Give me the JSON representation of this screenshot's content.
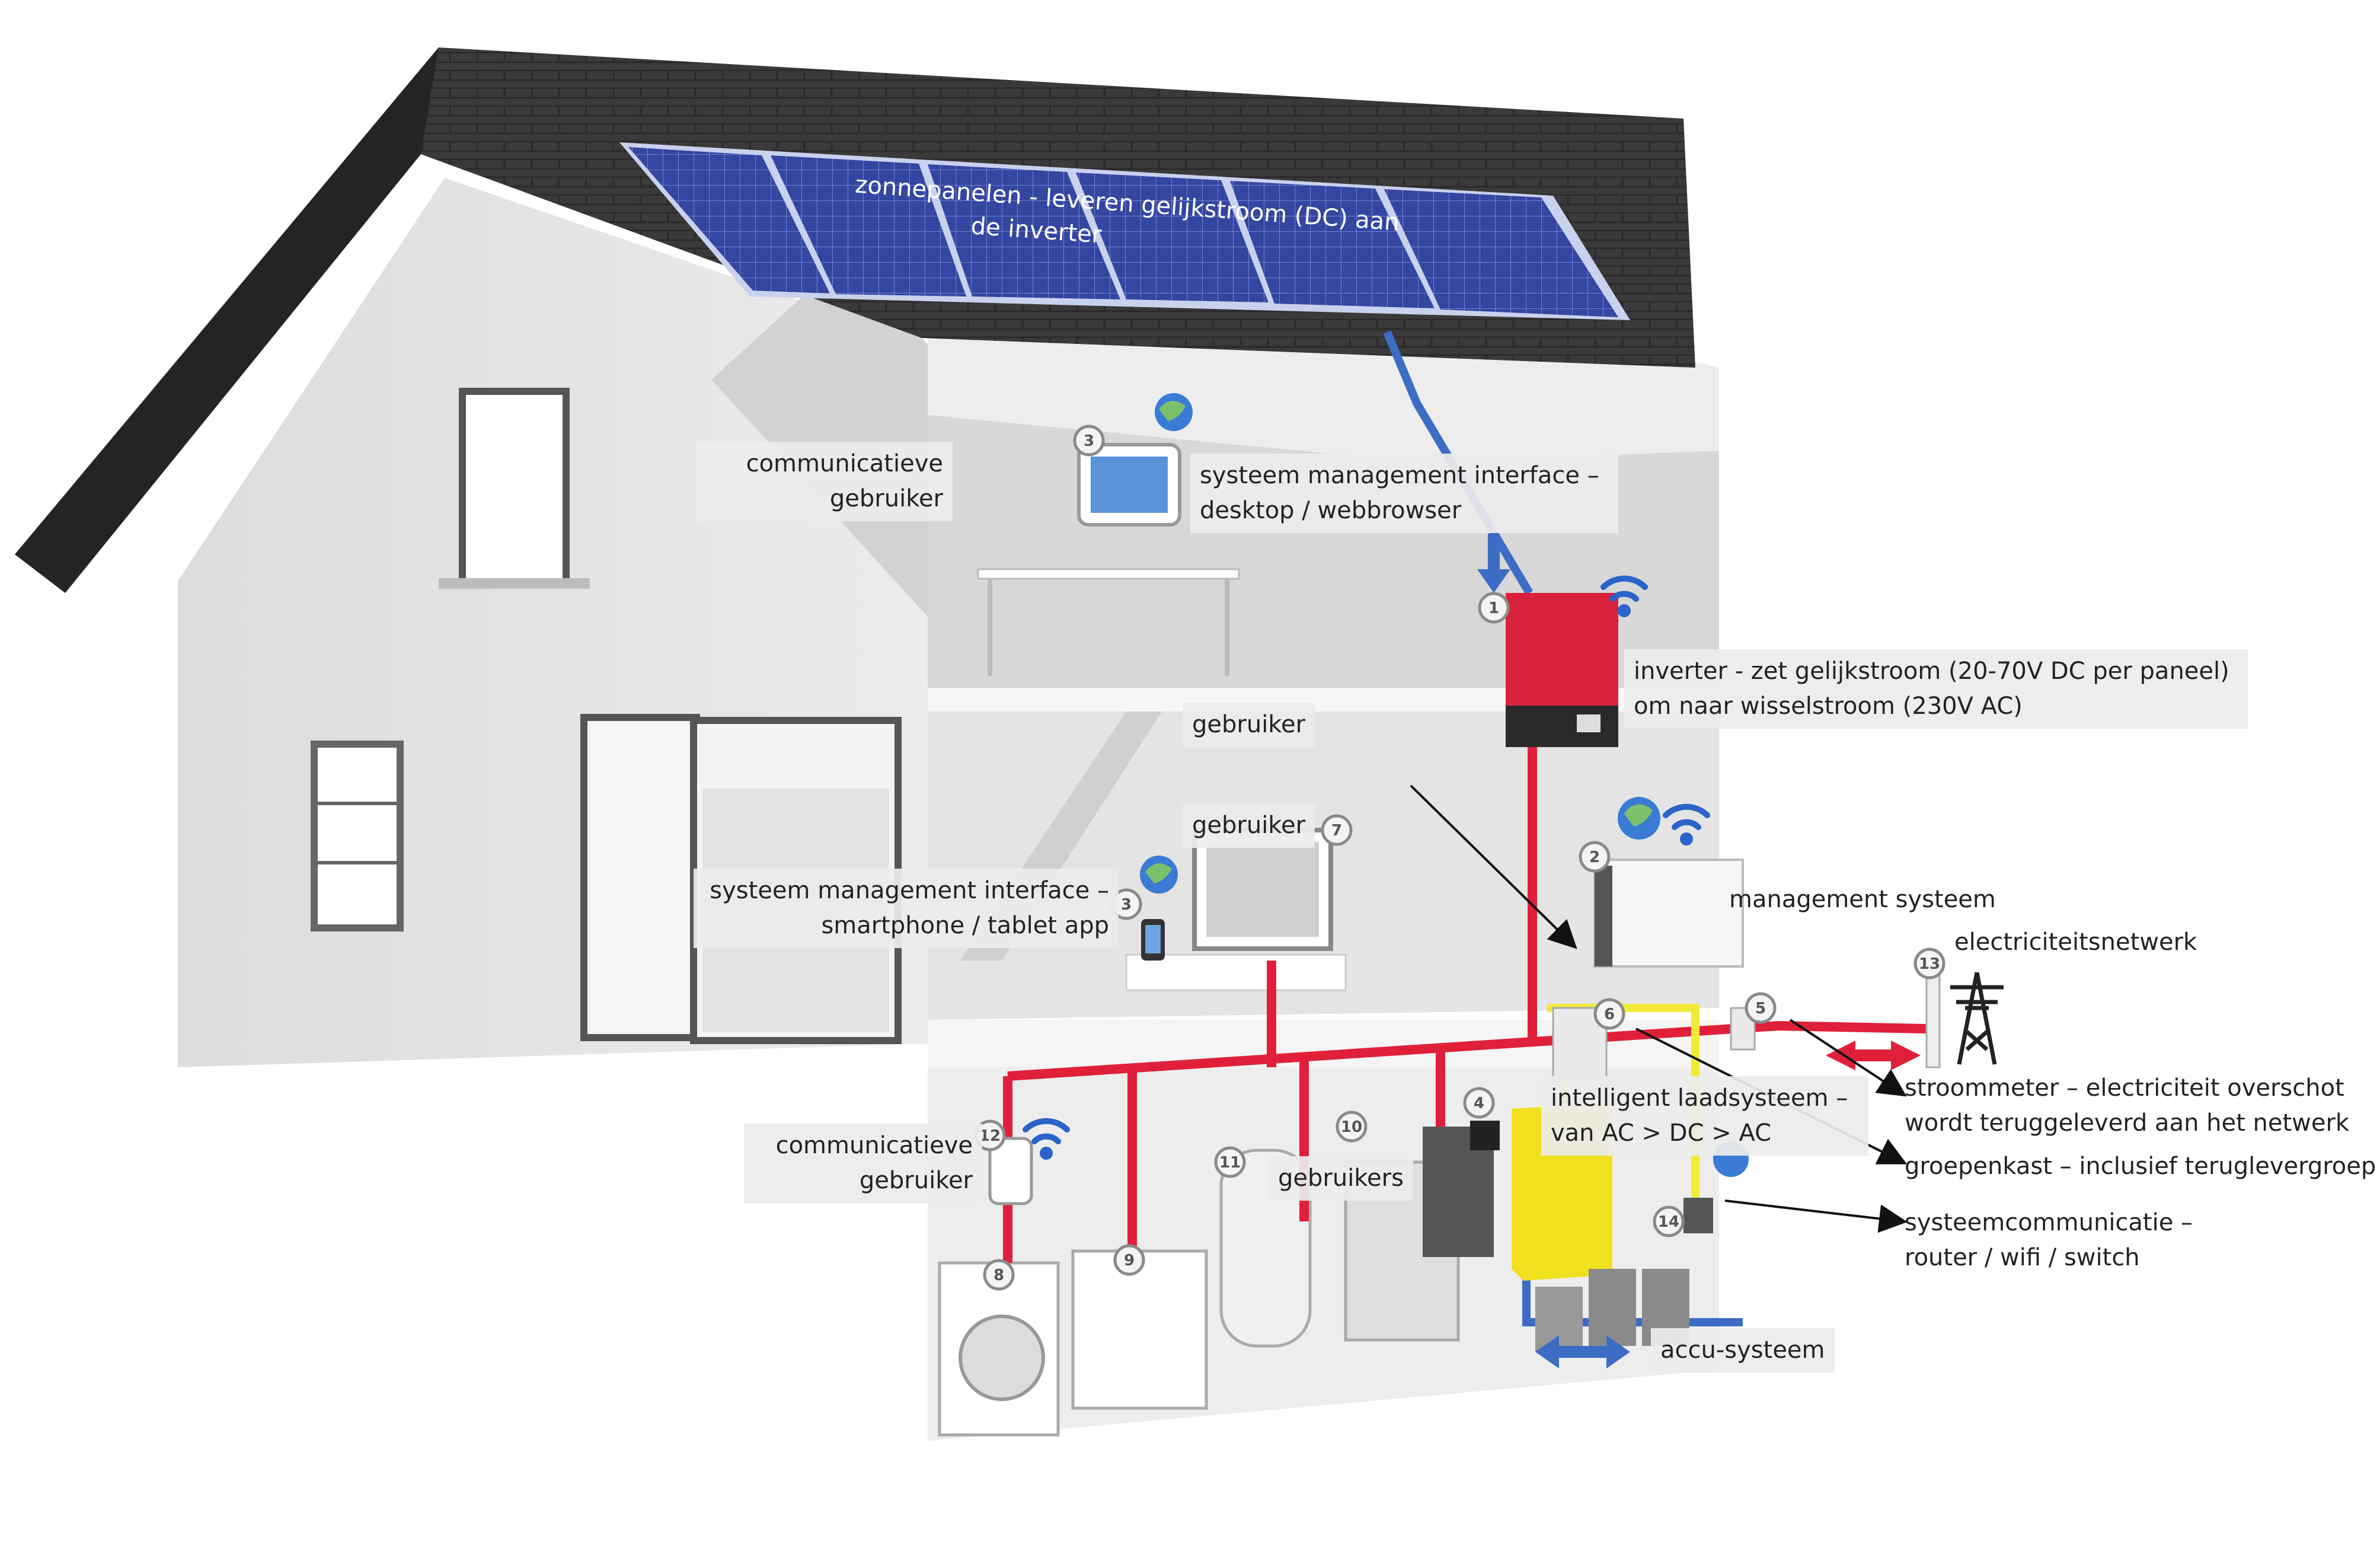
{
  "labels": {
    "solar_panels": "zonnepanelen - leveren gelijkstroom (DC) aan\nde inverter",
    "communicative_user_top": "communicatieve\ngebruiker",
    "smi_desktop": "systeem management interface –\ndesktop / webbrowser",
    "inverter": "inverter - zet gelijkstroom (20-70V DC per paneel)\nom naar wisselstroom (230V AC)",
    "user_1": "gebruiker",
    "user_2": "gebruiker",
    "smi_app": "systeem management interface –\nsmartphone / tablet app",
    "management_system": "management systeem",
    "grid": "electriciteitsnetwerk",
    "smart_charging": "intelligent laadsysteem –\nvan AC > DC > AC",
    "meter": "stroommeter – electriciteit overschot\nwordt teruggeleverd aan het netwerk",
    "fusebox": "groepenkast – inclusief teruglevergroep",
    "communicative_user_bottom": "communicatieve\ngebruiker",
    "users": "gebruikers",
    "system_comm": "systeemcommunicatie –\nrouter / wifi / switch",
    "battery": "accu-systeem"
  },
  "component_numbers": [
    "1",
    "2",
    "3",
    "3",
    "4",
    "5",
    "6",
    "7",
    "8",
    "9",
    "10",
    "11",
    "12",
    "13",
    "14"
  ],
  "colors": {
    "roof": "#3b3b3b",
    "wall": "#e6e6e6",
    "panel": "#2f3f8f",
    "ac_cable": "#e0203a",
    "dc_cable": "#3d6cc4",
    "comm_cable": "#f2ea3a",
    "inverter": "#d8213b",
    "charger": "#f0e020"
  },
  "icons": [
    "globe-icon",
    "wifi-icon",
    "pylon-icon",
    "arrow-icon"
  ]
}
